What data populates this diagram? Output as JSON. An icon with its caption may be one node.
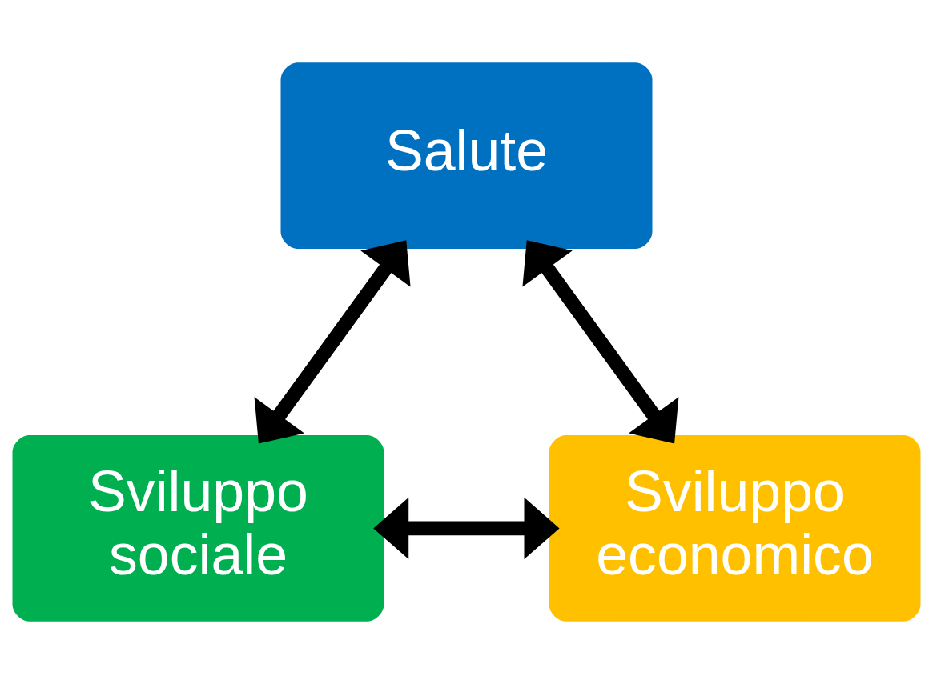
{
  "diagram": {
    "nodes": [
      {
        "text": [
          "Salute"
        ]
      },
      {
        "text": [
          "Sviluppo sociale"
        ]
      },
      {
        "text": [
          "Sviluppo economico"
        ]
      }
    ],
    "edges": [
      {
        "from": 0,
        "to": 1,
        "arrow": "both"
      },
      {
        "from": 0,
        "to": 2,
        "arrow": "both"
      },
      {
        "from": 1,
        "to": 2,
        "arrow": "both"
      }
    ]
  }
}
